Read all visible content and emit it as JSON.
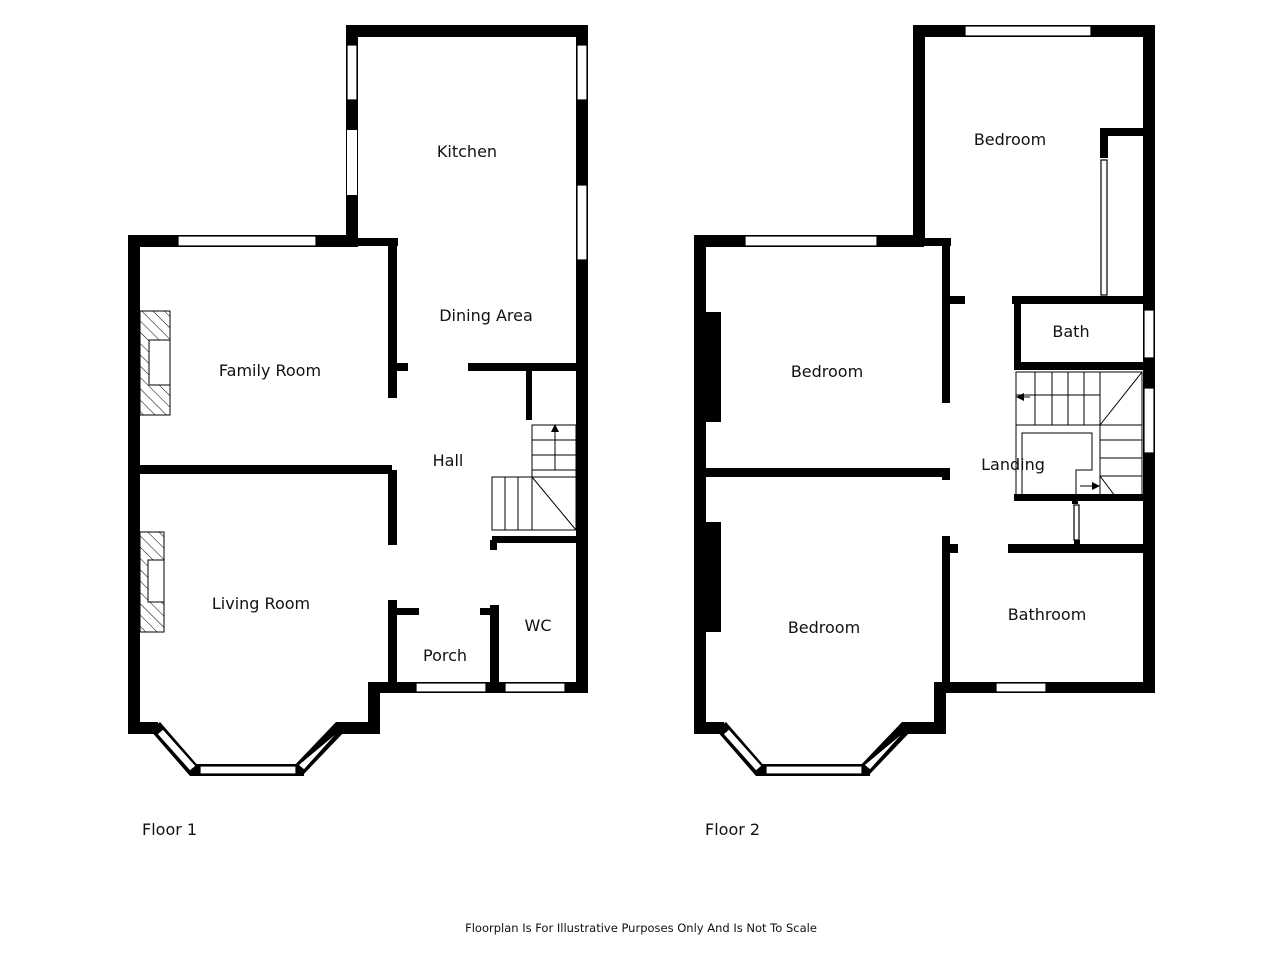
{
  "floors": [
    {
      "name": "Floor 1",
      "rooms": [
        "Kitchen",
        "Dining Area",
        "Family Room",
        "Hall",
        "Living Room",
        "WC",
        "Porch"
      ]
    },
    {
      "name": "Floor 2",
      "rooms": [
        "Bedroom",
        "Bath",
        "Bedroom",
        "Landing",
        "Bedroom",
        "Bathroom"
      ]
    }
  ],
  "disclaimer": "Floorplan Is For Illustrative Purposes Only And Is Not To Scale",
  "colors": {
    "wall": "#000000",
    "background": "#ffffff",
    "text": "#111111"
  }
}
